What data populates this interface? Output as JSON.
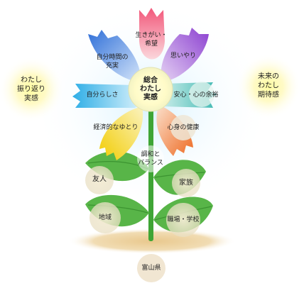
{
  "labels": {
    "center": "総合\nわたし\n実感",
    "left_glow": "わたし\n振り返り\n実感",
    "right_glow": "未来の\nわたし\n期待感",
    "petal_top": "生きがい・\n希望",
    "petal_upper_right": "思いやり",
    "petal_right": "安心・心の余裕",
    "petal_lower_right": "心身の健康",
    "petal_upper_left": "自分時間の\n充実",
    "petal_left": "自分らしさ",
    "petal_lower_left": "経済的なゆとり",
    "stem_center": "調和と\nバランス",
    "leaf_upper_left": "友人",
    "leaf_upper_right": "家族",
    "leaf_lower_left": "地域",
    "leaf_lower_right": "職場・学校",
    "ground": "富山県"
  },
  "colors": {
    "petal_top": "#f2657a",
    "petal_upper_right": "#9a4fd6",
    "petal_right": "#5cc6c2",
    "petal_lower_right": "#f0803c",
    "petal_upper_left": "#3f86e0",
    "petal_left": "#4fb8e6",
    "petal_lower_left": "#f4d21e",
    "leaf": "#58b548",
    "stem": "#3fa535"
  }
}
